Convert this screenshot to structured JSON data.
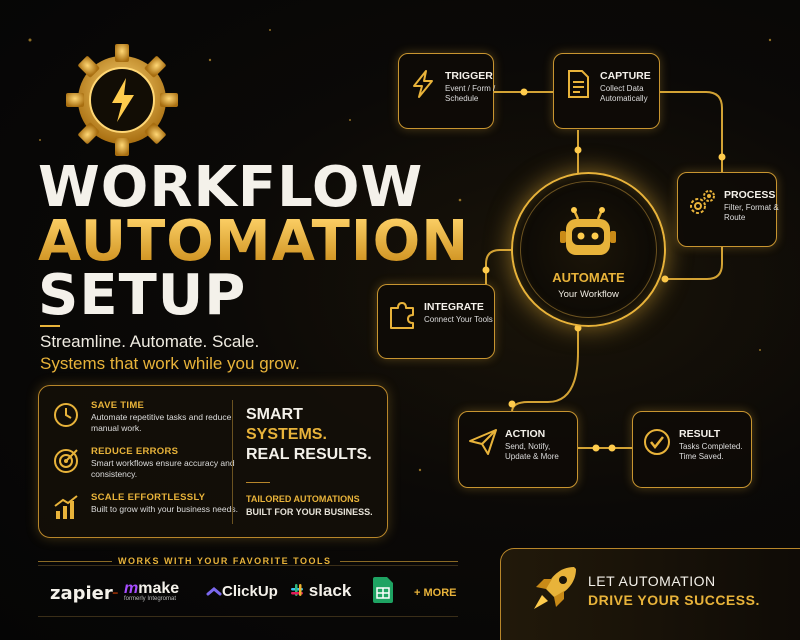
{
  "title": {
    "line1": "WORKFLOW",
    "line2": "AUTOMATION",
    "line3": "SETUP"
  },
  "tagline": {
    "line1": "Streamline. Automate. Scale.",
    "line2": "Systems that work while you grow."
  },
  "benefits": [
    {
      "title": "SAVE TIME",
      "desc": "Automate repetitive tasks and reduce manual work.",
      "icon": "clock-icon"
    },
    {
      "title": "REDUCE ERRORS",
      "desc": "Smart workflows ensure accuracy and consistency.",
      "icon": "target-icon"
    },
    {
      "title": "SCALE EFFORTLESSLY",
      "desc": "Built to grow with your business needs.",
      "icon": "growth-chart-icon"
    }
  ],
  "smart": {
    "line1": "SMART",
    "line2": "SYSTEMS.",
    "line3": "REAL RESULTS."
  },
  "tailored": {
    "line1": "TAILORED AUTOMATIONS",
    "line2": "BUILT FOR YOUR BUSINESS."
  },
  "tools": {
    "heading": "WORKS WITH YOUR FAVORITE TOOLS",
    "items": [
      "zapier",
      "make",
      "formerly Integromat",
      "ClickUp",
      "slack",
      "+ MORE"
    ]
  },
  "cta": {
    "line1": "LET AUTOMATION",
    "line2": "DRIVE YOUR SUCCESS."
  },
  "flow": {
    "trigger": {
      "title": "TRIGGER",
      "desc": "Event / Form / Schedule"
    },
    "capture": {
      "title": "CAPTURE",
      "desc": "Collect Data Automatically"
    },
    "process": {
      "title": "PROCESS",
      "desc": "Filter, Format & Route"
    },
    "integrate": {
      "title": "INTEGRATE",
      "desc": "Connect Your Tools"
    },
    "action": {
      "title": "ACTION",
      "desc": "Send, Notify, Update & More"
    },
    "result": {
      "title": "RESULT",
      "desc": "Tasks Completed. Time Saved."
    },
    "center": {
      "title": "AUTOMATE",
      "subtitle": "Your Workflow"
    }
  },
  "colors": {
    "gold": "#e8b33a",
    "background": "#0b0907"
  }
}
